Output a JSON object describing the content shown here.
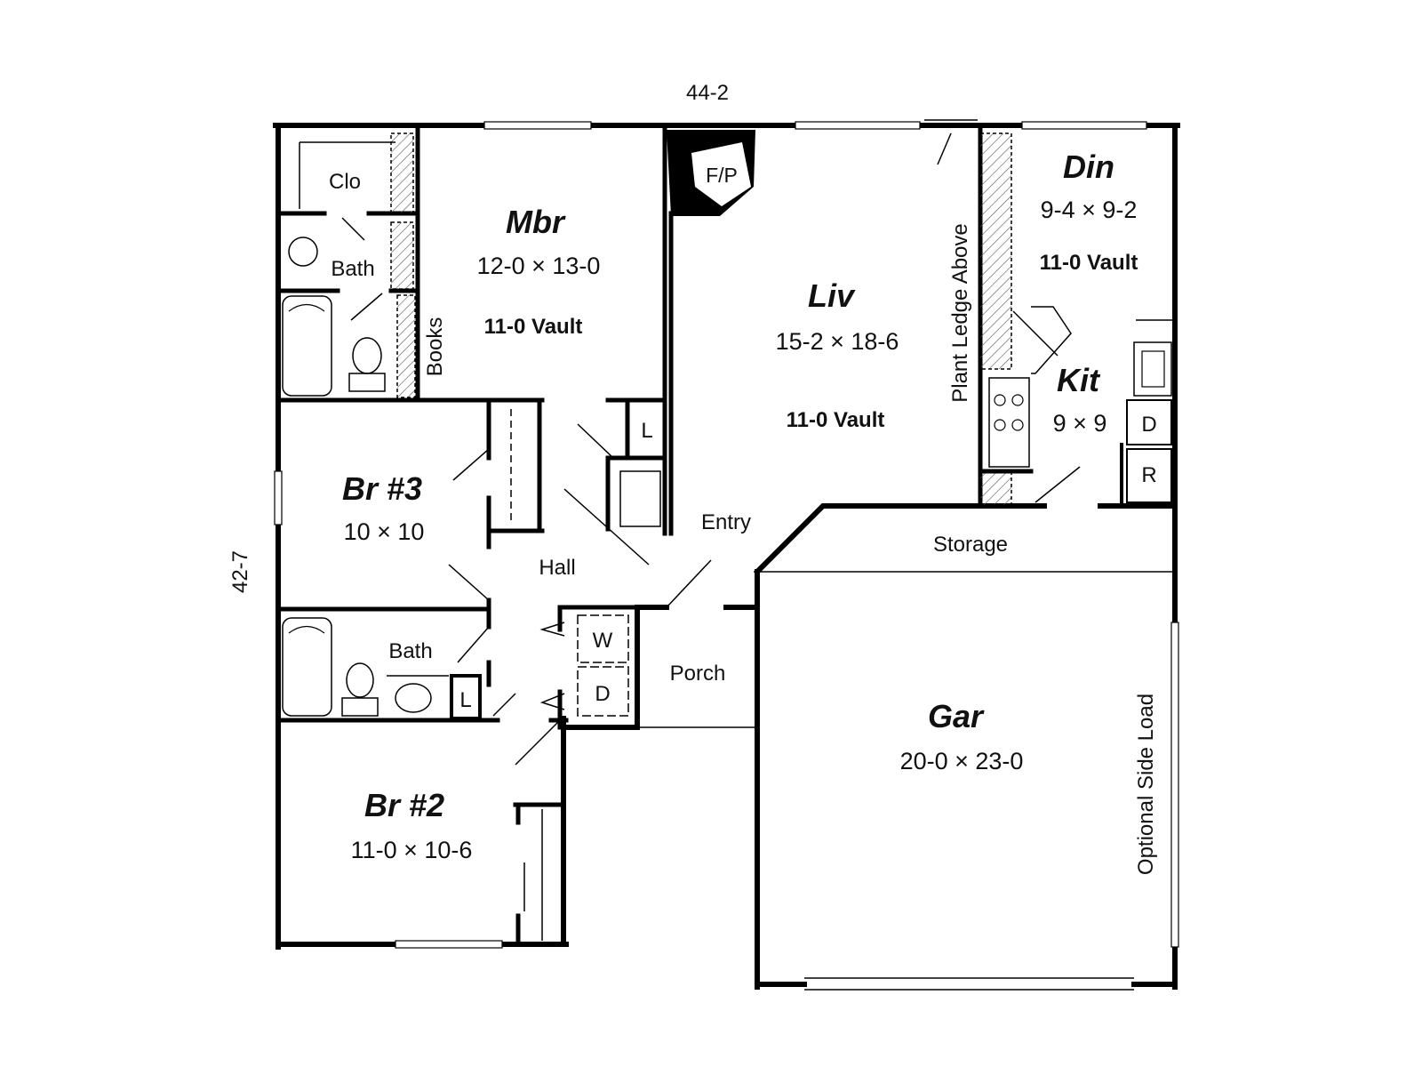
{
  "plan": {
    "width_dim": "44-2",
    "depth_dim": "42-7",
    "rooms": {
      "mbr": {
        "name": "Mbr",
        "size": "12-0 × 13-0",
        "note": "11-0 Vault"
      },
      "liv": {
        "name": "Liv",
        "size": "15-2 × 18-6",
        "note": "11-0 Vault"
      },
      "din": {
        "name": "Din",
        "size": "9-4 × 9-2",
        "note": "11-0 Vault"
      },
      "kit": {
        "name": "Kit",
        "size": "9 × 9"
      },
      "br3": {
        "name": "Br #3",
        "size": "10 × 10"
      },
      "br2": {
        "name": "Br #2",
        "size": "11-0 × 10-6"
      },
      "gar": {
        "name": "Gar",
        "size": "20-0 × 23-0"
      }
    },
    "labels": {
      "clo": "Clo",
      "bath_master": "Bath",
      "books": "Books",
      "fireplace": "F/P",
      "plant_ledge": "Plant Ledge Above",
      "linen_master": "L",
      "entry": "Entry",
      "hall": "Hall",
      "storage": "Storage",
      "bath_hall": "Bath",
      "linen_hall": "L",
      "washer": "W",
      "dryer": "D",
      "porch": "Porch",
      "dishwasher": "D",
      "refrigerator": "R",
      "side_load": "Optional Side Load"
    }
  }
}
